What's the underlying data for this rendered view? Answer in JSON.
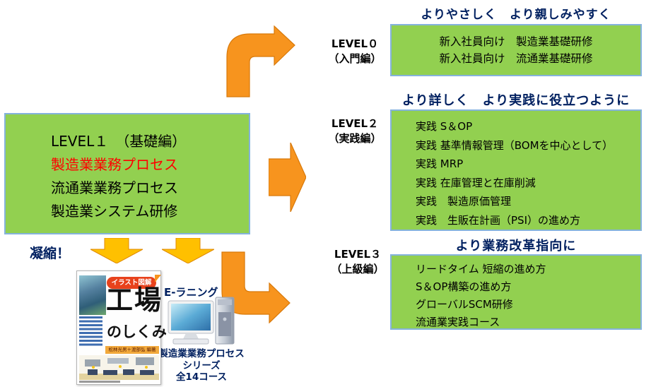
{
  "colors": {
    "box_green": "#92D050",
    "box_border_blue": "#85B3DC",
    "heading_navy": "#002060",
    "highlight_red": "#FF0000",
    "arrow_orange": "#F7941E",
    "arrow_gold": "#FFC000"
  },
  "headers": {
    "above_level0": "よりやさしく　より親しみやすく",
    "above_level2": "より詳しく　より実践に役立つように",
    "above_level3": "より業務改革指向に"
  },
  "level1": {
    "title": "LEVEL１　（基礎編）",
    "items": [
      {
        "text": "製造業業務プロセス"
      },
      {
        "text": "流通業業務プロセス"
      },
      {
        "text": "製造業システム研修"
      }
    ]
  },
  "level0": {
    "label_line1": "LEVEL０",
    "label_line2": "（入門編）",
    "items": [
      "新入社員向け　製造業基礎研修",
      "新入社員向け　流通業基礎研修"
    ]
  },
  "level2": {
    "label_line1": "LEVEL２",
    "label_line2": "（実践編）",
    "items": [
      "実践 S＆OP",
      "実践 基準情報管理（BOMを中心として）",
      "実践 MRP",
      "実践 在庫管理と在庫削減",
      "実践　製造原価管理",
      "実践　生販在計画（PSI）の進め方"
    ]
  },
  "level3": {
    "label_line1": "LEVEL３",
    "label_line2": "（上級編）",
    "items": [
      "リードタイム 短縮の進め方",
      "S＆OP構築の進め方",
      "グローバルSCM研修",
      "流通業実践コース"
    ]
  },
  "bottom": {
    "condense": "凝縮！",
    "elearning": "E-ラニング",
    "series_line1": "製造業業務プロセス",
    "series_line2": "シリーズ",
    "series_line3": "全14コース"
  },
  "book": {
    "banner": "イラスト図解",
    "title_main": "工場",
    "title_sub": "のしくみ",
    "authors": "松林光男＋渡部弘 編著"
  }
}
